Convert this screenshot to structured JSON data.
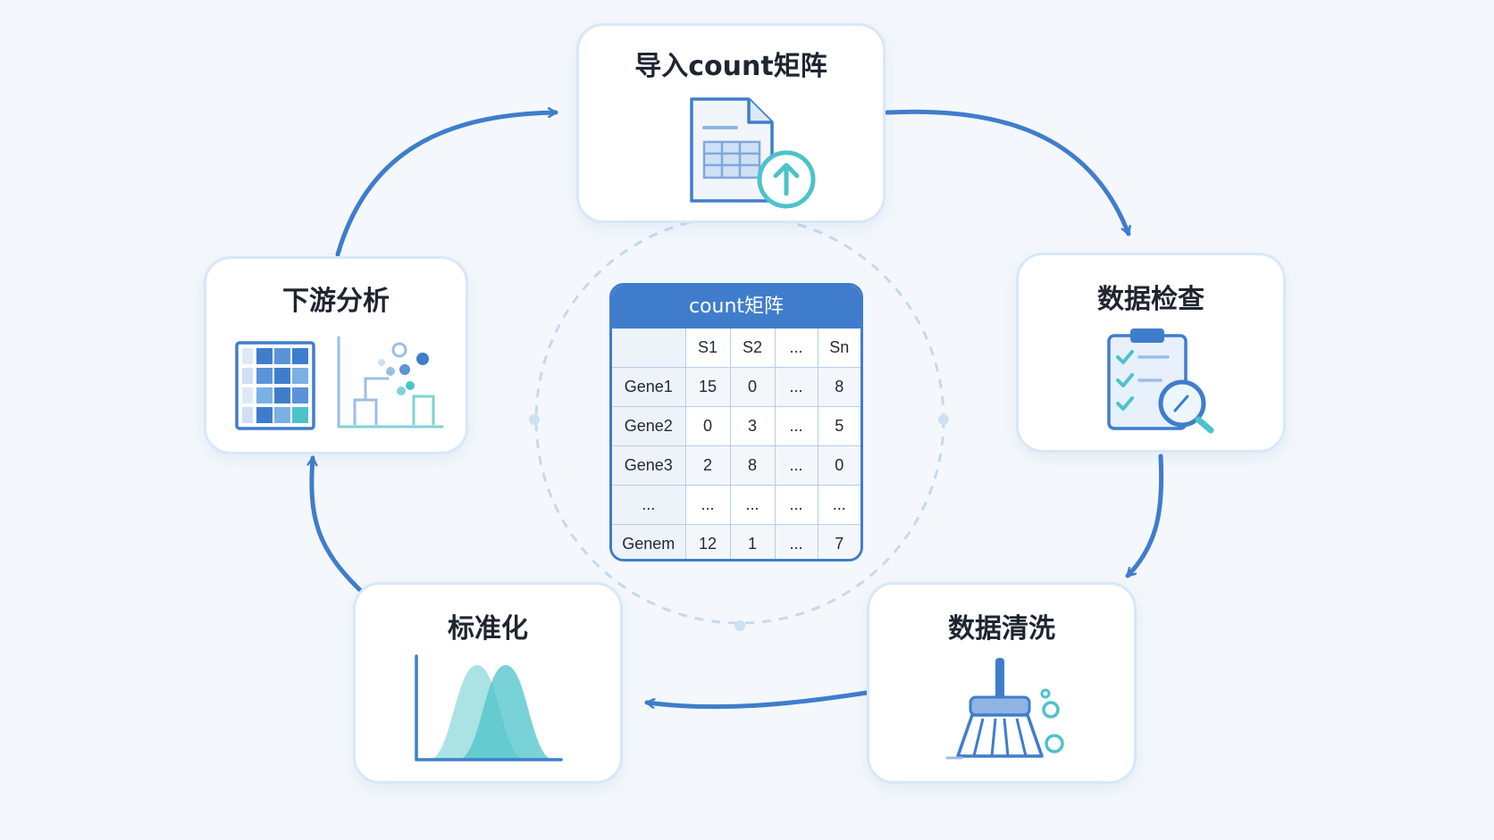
{
  "steps": {
    "import": "导入count矩阵",
    "check": "数据检查",
    "clean": "数据清洗",
    "normalize": "标准化",
    "downstream": "下游分析"
  },
  "matrix": {
    "title": "count矩阵",
    "header": [
      "",
      "S1",
      "S2",
      "...",
      "Sn"
    ],
    "rows": [
      [
        "Gene1",
        "15",
        "0",
        "...",
        "8"
      ],
      [
        "Gene2",
        "0",
        "3",
        "...",
        "5"
      ],
      [
        "Gene3",
        "2",
        "8",
        "...",
        "0"
      ],
      [
        "...",
        "...",
        "...",
        "...",
        "..."
      ],
      [
        "Genem",
        "12",
        "1",
        "...",
        "7"
      ]
    ]
  },
  "colors": {
    "arrow": "#3f7dcc",
    "card_border": "#d9e7f7",
    "accent_teal": "#4cc3c9",
    "dashed_ring": "#c5d9ef"
  },
  "icons": {
    "import": "file-upload-icon",
    "check": "clipboard-search-icon",
    "clean": "broom-icon",
    "normalize": "distribution-curves-icon",
    "downstream": "heatmap-dendrogram-icon"
  }
}
